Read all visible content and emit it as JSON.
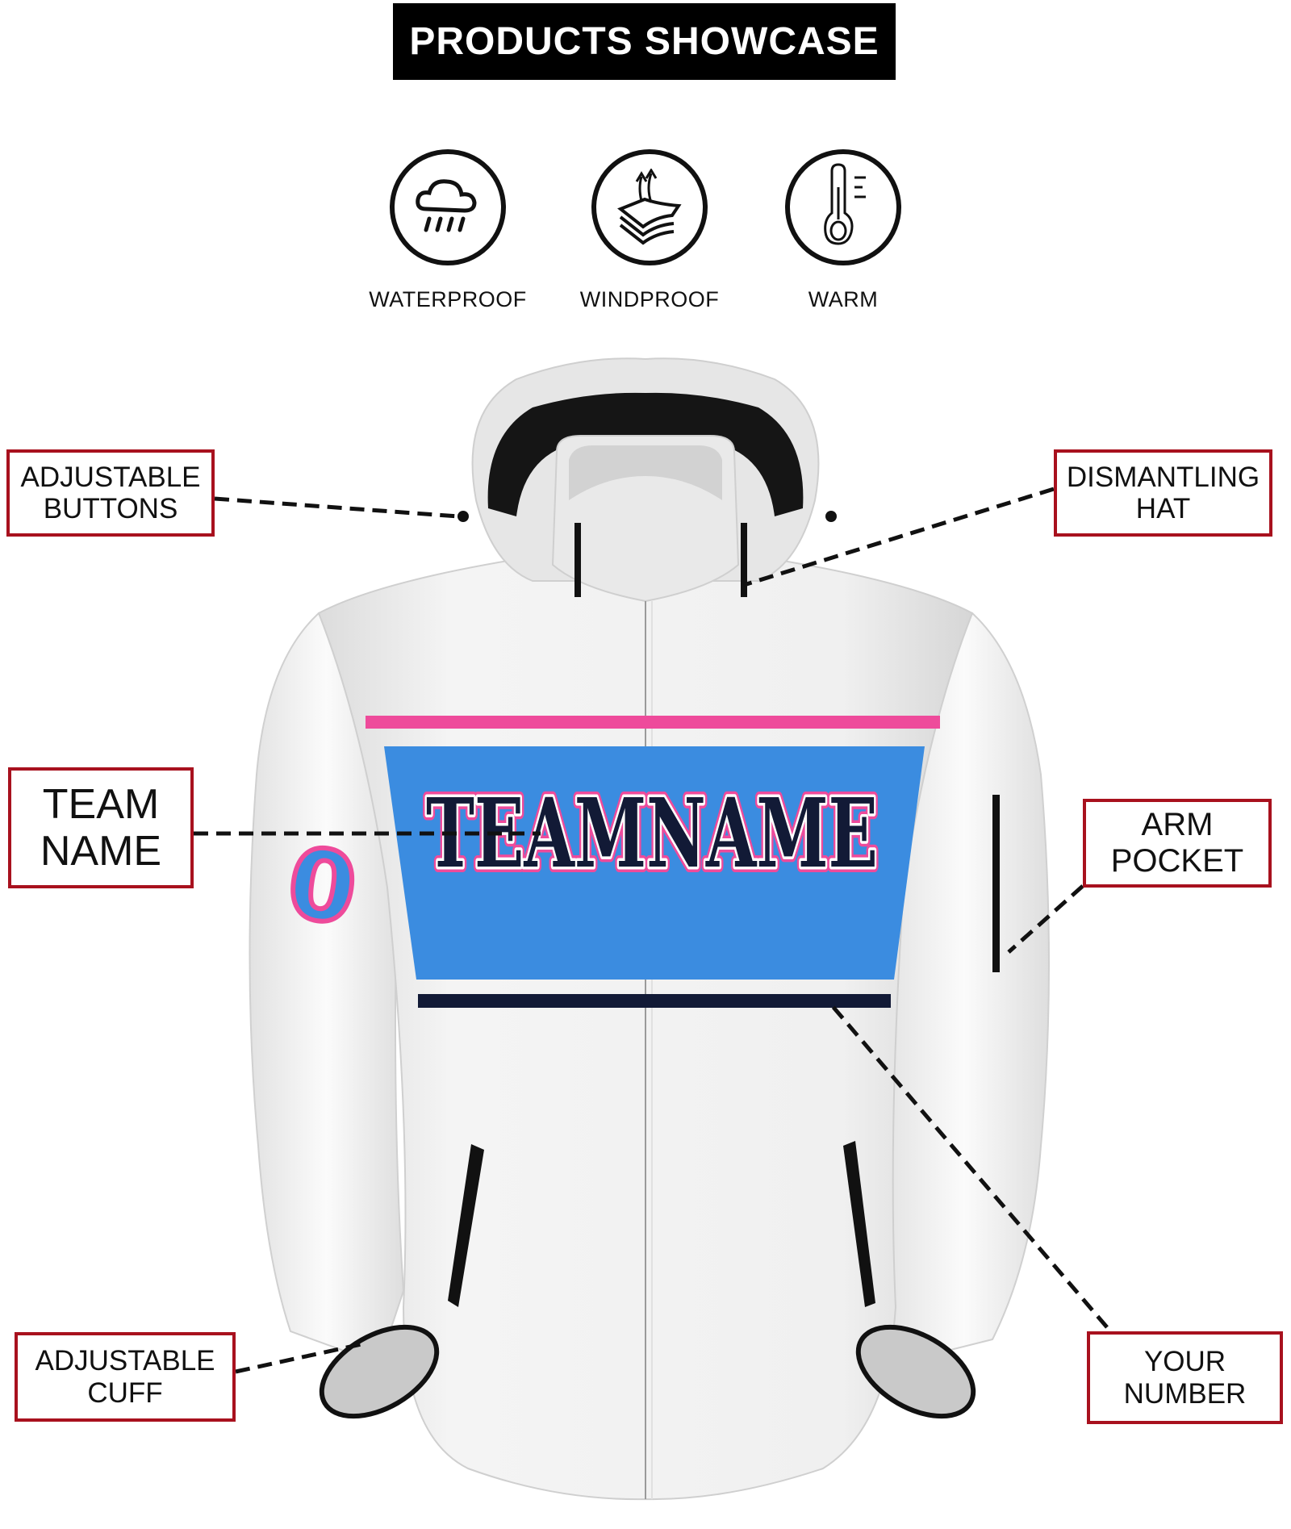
{
  "header": {
    "title": "PRODUCTS SHOWCASE"
  },
  "features": [
    {
      "icon": "rain-cloud-icon",
      "label": "WATERPROOF"
    },
    {
      "icon": "layered-fabric-wind-icon",
      "label": "WINDPROOF"
    },
    {
      "icon": "thermometer-icon",
      "label": "WARM"
    }
  ],
  "callouts": {
    "adjustable_buttons": {
      "line1": "ADJUSTABLE",
      "line2": "BUTTONS"
    },
    "dismantling_hat": {
      "line1": "DISMANTLING",
      "line2": "HAT"
    },
    "team_name": {
      "line1": "TEAM",
      "line2": "NAME"
    },
    "arm_pocket": {
      "line1": "ARM",
      "line2": "POCKET"
    },
    "adjustable_cuff": {
      "line1": "ADJUSTABLE",
      "line2": "CUFF"
    },
    "your_number": {
      "line1": "YOUR",
      "line2": "NUMBER"
    }
  },
  "jacket": {
    "team_name_text": "TEAMNAME",
    "sleeve_number": "0",
    "colors": {
      "body": "#ececec",
      "stripe_pink": "#ee4b9b",
      "panel_blue": "#3b8ce0",
      "navy": "#121a36",
      "hood_lining": "#111111",
      "callout_border": "#a8111e"
    }
  }
}
